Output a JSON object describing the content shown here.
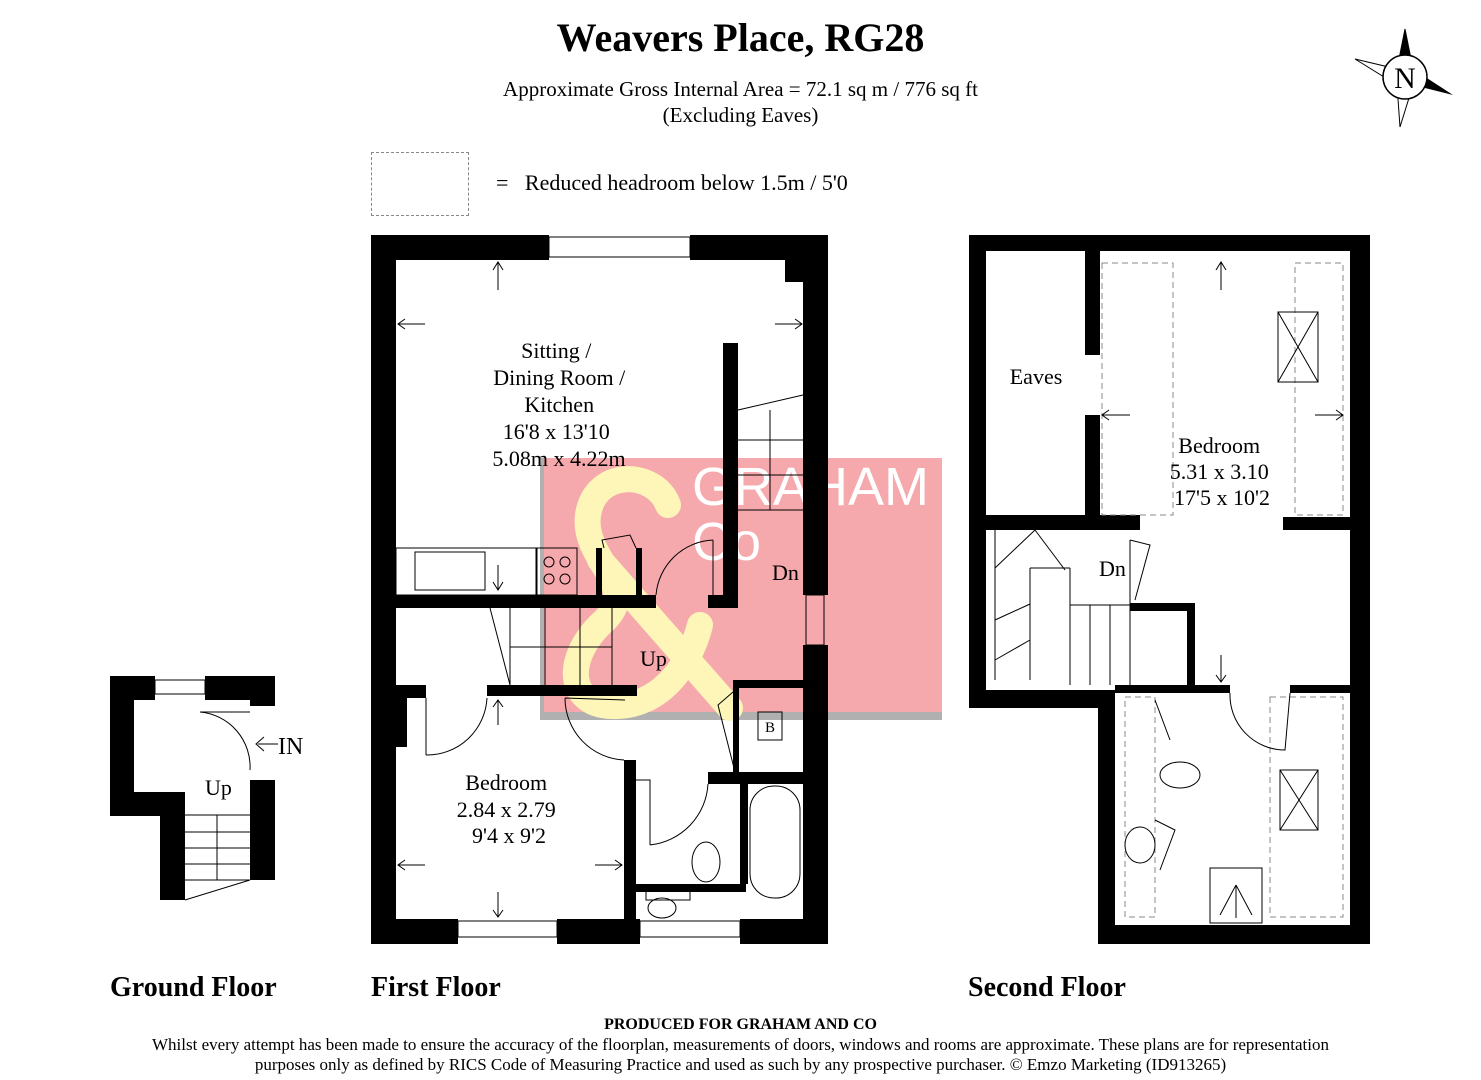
{
  "header": {
    "title": "Weavers Place, RG28",
    "area": "Approximate Gross Internal Area = 72.1 sq m / 776 sq ft",
    "note": "(Excluding Eaves)"
  },
  "legend": {
    "symbol": "=",
    "text": "Reduced headroom below 1.5m / 5'0"
  },
  "compass": {
    "label": "N",
    "icon": "compass-north-icon"
  },
  "floors": {
    "ground": {
      "label": "Ground Floor",
      "annotations": {
        "entrance": "IN",
        "stairs": "Up"
      }
    },
    "first": {
      "label": "First Floor",
      "rooms": [
        {
          "name_lines": [
            "Sitting /",
            "Dining Room /",
            "Kitchen"
          ],
          "imperial": "16'8 x 13'10",
          "metric": "5.08m x 4.22m"
        },
        {
          "name_lines": [
            "Bedroom"
          ],
          "metric": "2.84 x 2.79",
          "imperial": "9'4 x 9'2"
        }
      ],
      "annotations": {
        "stairs_down": "Dn",
        "stairs_up": "Up",
        "boiler": "B"
      }
    },
    "second": {
      "label": "Second Floor",
      "rooms": [
        {
          "name_lines": [
            "Eaves"
          ]
        },
        {
          "name_lines": [
            "Bedroom"
          ],
          "metric": "5.31 x 3.10",
          "imperial": "17'5 x 10'2"
        }
      ],
      "annotations": {
        "stairs_down": "Dn"
      }
    }
  },
  "watermark": {
    "brand_line1": "GRAHAM",
    "brand_line2": "Co",
    "ampersand": "&",
    "colors": {
      "background": "#f6a9ad",
      "ampersand": "#fdf6b8",
      "text": "#ffffff"
    }
  },
  "footer": {
    "produced": "PRODUCED FOR GRAHAM AND CO",
    "disclaimer_line1": "Whilst every attempt has been made to ensure the accuracy of the floorplan, measurements of doors, windows and rooms are approximate. These plans are for representation",
    "disclaimer_line2": "purposes only as defined by RICS Code of Measuring Practice and used as such by any prospective purchaser. © Emzo Marketing (ID913265)"
  }
}
